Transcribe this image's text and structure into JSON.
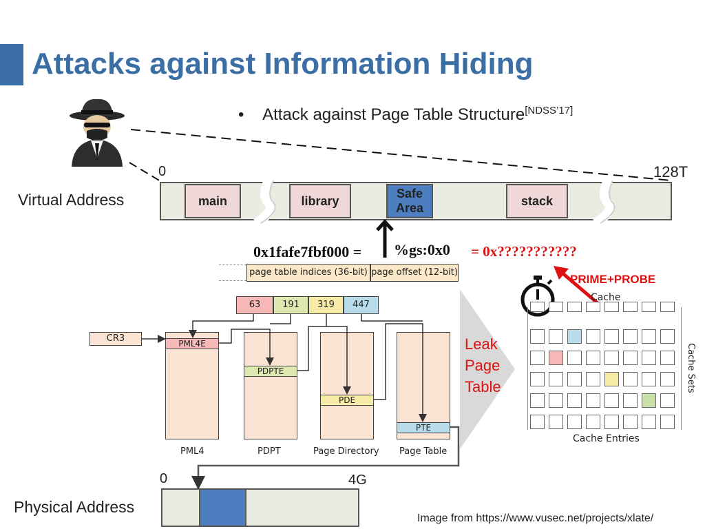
{
  "slide": {
    "title": "Attacks against Information Hiding",
    "bullet_text": "Attack against Page Table Structure",
    "bullet_citation": "[NDSS’17]",
    "bullet_glyph": "•",
    "source_note": "Image from https://www.vusec.net/projects/xlate/",
    "attacker_icon": "spy-icon"
  },
  "virtual": {
    "label": "Virtual Address",
    "start": "0",
    "end": "128T",
    "segments": {
      "main": "main",
      "library": "library",
      "safe_line1": "Safe",
      "safe_line2": "Area",
      "stack": "stack"
    },
    "address_value": "0x1fafe7fbf000 =",
    "gs_register": "%gs:0x0",
    "unknown_value": "= 0x???????????"
  },
  "walk": {
    "indices_label": "page table indices (36-bit)",
    "offset_label": "page offset (12-bit)",
    "indices": [
      "63",
      "191",
      "319",
      "447"
    ],
    "index_colors": [
      "#f7b8b8",
      "#dde9b0",
      "#f5eaa6",
      "#b8dcea"
    ],
    "cr3": "CR3",
    "entries": [
      "PML4E",
      "PDPTE",
      "PDE",
      "PTE"
    ],
    "tables": [
      "PML4",
      "PDPT",
      "Page Directory",
      "Page Table"
    ]
  },
  "leak": {
    "line1": "Leak",
    "line2": "Page",
    "line3": "Table"
  },
  "cache": {
    "attack_label": "PRIME+PROBE",
    "title": "Cache",
    "sets_label": "Cache Sets",
    "entries_label": "Cache Entries",
    "timer_icon": "stopwatch-icon"
  },
  "physical": {
    "label": "Physical Address",
    "start": "0",
    "end": "4G"
  },
  "colors": {
    "title": "#3a6ea5",
    "safe_area": "#4d7ebf",
    "segment_fill": "#f0d8d8",
    "alert": "#dd1111",
    "table_fill": "#fbe3d3"
  }
}
